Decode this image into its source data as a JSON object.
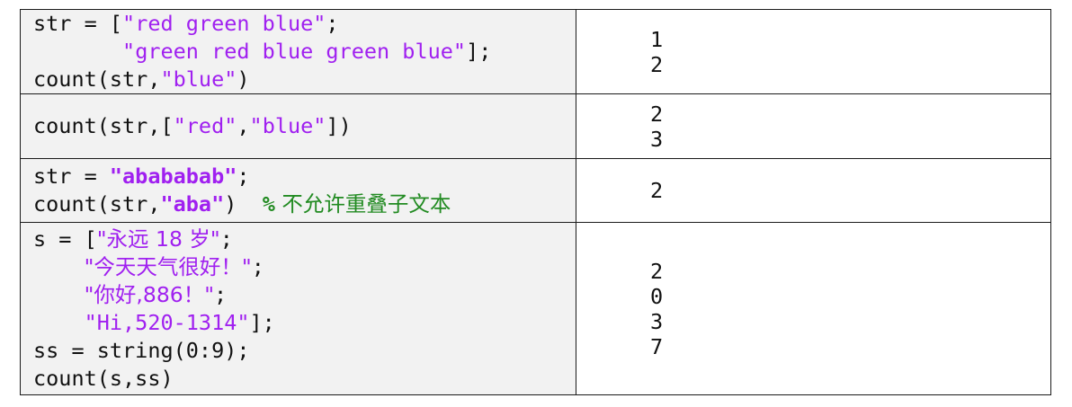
{
  "rows": [
    {
      "code": [
        [
          "str = [",
          "\"red green blue\"",
          ";"
        ],
        [
          "       ",
          "\"green red blue green blue\"",
          "];"
        ],
        [
          "count(str,",
          "\"blue\"",
          ")"
        ]
      ],
      "output": [
        "1",
        "2"
      ]
    },
    {
      "code": [
        [
          "count(str,[",
          "\"red\"",
          ",",
          "\"blue\"",
          "])"
        ]
      ],
      "output": [
        "2",
        "3"
      ]
    },
    {
      "code": [
        [
          "str = ",
          "\"abababab\"",
          ";"
        ],
        [
          "count(str,",
          "\"aba\"",
          ")  ",
          "%",
          " 不允许重叠子文本"
        ]
      ],
      "output": [
        "2"
      ]
    },
    {
      "code": [
        [
          "s = [",
          "\"永远 18 岁\"",
          ";"
        ],
        [
          "    ",
          "\"今天天气很好！\"",
          ";"
        ],
        [
          "    ",
          "\"你好,886！\"",
          ";"
        ],
        [
          "    ",
          "\"Hi,520-1314\"",
          "];"
        ],
        [
          "ss = string(0:9);"
        ],
        [
          "count(s,ss)"
        ]
      ],
      "output": [
        "2",
        "0",
        "3",
        "7"
      ]
    }
  ]
}
